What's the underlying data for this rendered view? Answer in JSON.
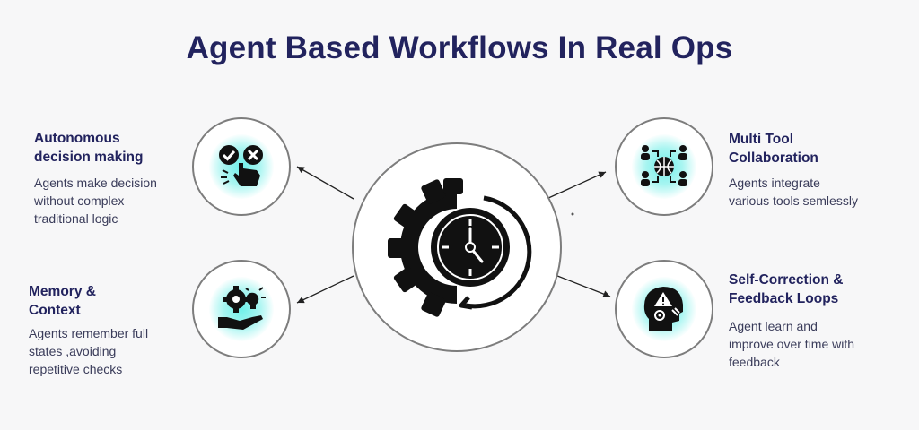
{
  "title": "Agent Based Workflows In Real Ops",
  "items": [
    {
      "heading_l1": "Autonomous",
      "heading_l2": "decision making",
      "desc_l1": "Agents make decision",
      "desc_l2": "without complex",
      "desc_l3": "traditional logic",
      "icon": "check-cross-hand-icon"
    },
    {
      "heading_l1": "Memory &",
      "heading_l2": "Context",
      "desc_l1": "Agents remember full",
      "desc_l2": "states ,avoiding",
      "desc_l3": "repetitive checks",
      "icon": "gear-lightbulb-hand-icon"
    },
    {
      "heading_l1": "Multi Tool",
      "heading_l2": "Collaboration",
      "desc_l1": "Agents integrate",
      "desc_l2": "various tools semlessly",
      "icon": "network-people-globe-icon"
    },
    {
      "heading_l1": "Self-Correction &",
      "heading_l2": "Feedback Loops",
      "desc_l1": "Agent learn and",
      "desc_l2": "improve over time with",
      "desc_l3": "feedback",
      "icon": "head-gear-warning-icon"
    }
  ],
  "center_icon": "gear-clock-cycle-icon",
  "colors": {
    "title": "#22235e",
    "accent_glow": "#6ff0ea",
    "icon": "#111111"
  }
}
